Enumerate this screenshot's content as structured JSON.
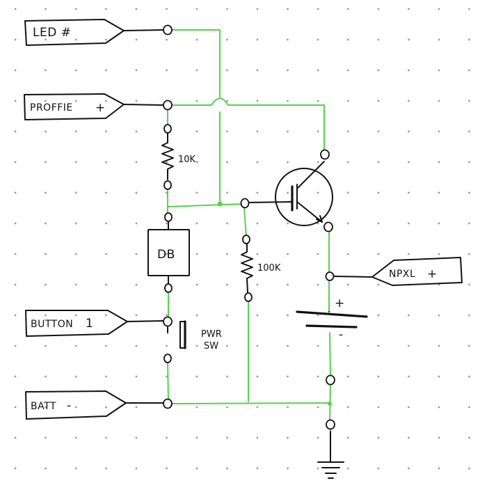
{
  "colors": {
    "wire": "#55d24a",
    "ink": "#111111",
    "grid_dots": "#9a9a9a",
    "background": "#ffffff"
  },
  "connectors": {
    "led": "LED #",
    "proffie": "PROFFIE",
    "proffie_sign": "+",
    "button": "BUTTON",
    "button_number": "1",
    "batt": "BATT",
    "batt_sign": "-",
    "npxl": "NPXL",
    "npxl_sign": "+"
  },
  "components": {
    "r1_value": "10K",
    "r2_value": "100K",
    "debounce_label": "DB",
    "switch_label_line1": "PWR",
    "switch_label_line2": "SW",
    "battery_plus": "+",
    "battery_minus": "-"
  },
  "icons": [
    "resistor-icon",
    "transistor-icon",
    "switch-icon",
    "battery-icon",
    "ground-icon"
  ]
}
